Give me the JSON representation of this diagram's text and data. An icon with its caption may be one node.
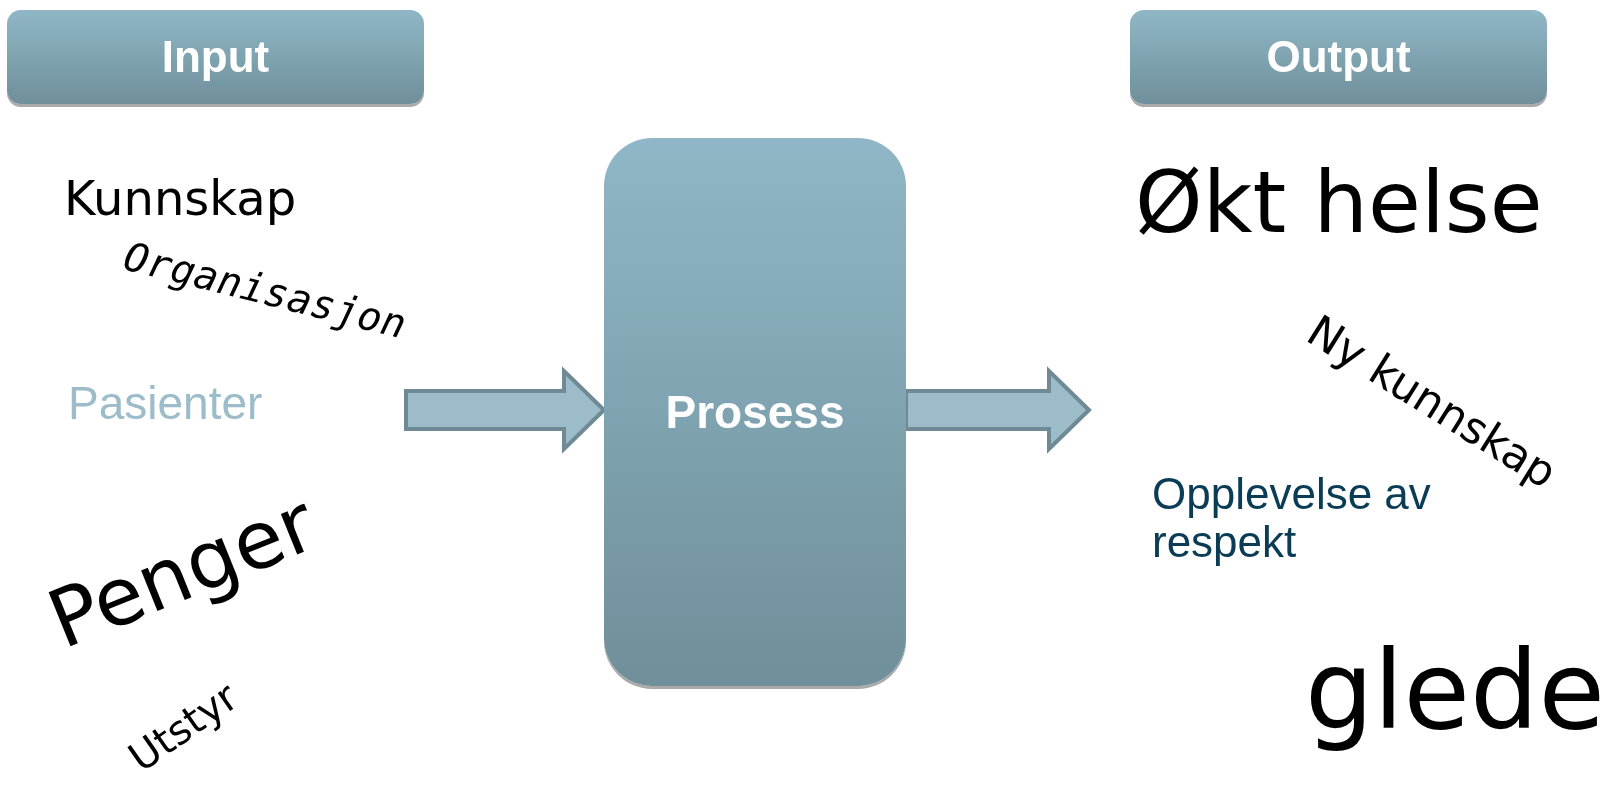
{
  "diagram": {
    "nodes": [
      {
        "text": [
          "Input"
        ]
      },
      {
        "text": [
          "Output"
        ]
      },
      {
        "text": [
          "Prosess"
        ]
      }
    ],
    "edges": [
      {
        "from": null,
        "to": 2,
        "arrow": "to"
      },
      {
        "from": 2,
        "to": null,
        "arrow": "to"
      }
    ],
    "labels": [
      "Kunnskap",
      "Organisasjon",
      "Pasienter",
      "Penger",
      "Utstyr",
      "Økt helse",
      "Ny kunnskap",
      "Opplevelse av respekt",
      "glede"
    ]
  }
}
